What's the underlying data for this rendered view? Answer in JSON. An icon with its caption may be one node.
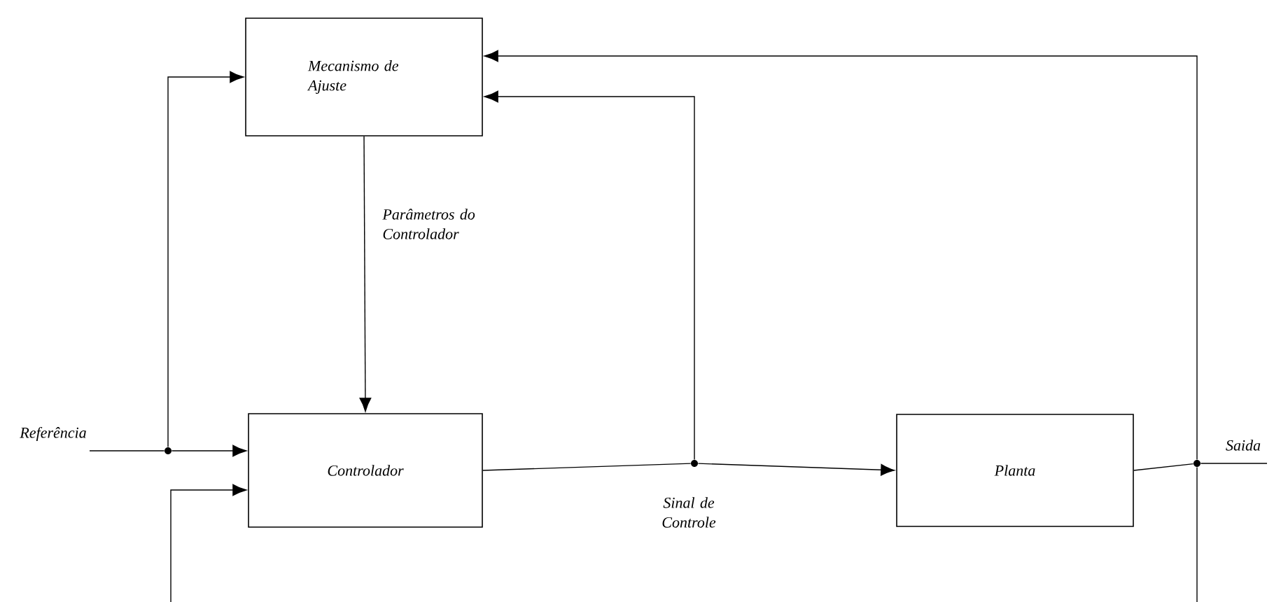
{
  "diagram": {
    "nodes": [
      {
        "text": [
          "Mecanismo de Ajuste"
        ]
      },
      {
        "text": [
          "Controlador"
        ]
      },
      {
        "text": [
          "Planta"
        ]
      },
      {
        "text": [],
        "shape": "circle"
      },
      {
        "text": [],
        "shape": "circle"
      },
      {
        "text": [],
        "shape": "circle"
      }
    ],
    "edges": [
      {
        "from": null,
        "to": 3,
        "arrow": "none",
        "label": "Referência"
      },
      {
        "from": 3,
        "to": 1,
        "arrow": "to"
      },
      {
        "from": 3,
        "to": 0,
        "arrow": "to"
      },
      {
        "from": 0,
        "to": 1,
        "arrow": "to",
        "label": "Parâmetros do Controlador"
      },
      {
        "from": 1,
        "to": 4,
        "arrow": "none",
        "label": "Sinal de Controle"
      },
      {
        "from": 4,
        "to": 2,
        "arrow": "to"
      },
      {
        "from": 4,
        "to": 0,
        "arrow": "to"
      },
      {
        "from": 2,
        "to": 5,
        "arrow": "none"
      },
      {
        "from": 5,
        "to": null,
        "arrow": "none",
        "label": "Saida"
      },
      {
        "from": 5,
        "to": 0,
        "arrow": "to"
      },
      {
        "from": 5,
        "to": null,
        "arrow": "none"
      },
      {
        "from": null,
        "to": 1,
        "arrow": "to"
      }
    ]
  }
}
